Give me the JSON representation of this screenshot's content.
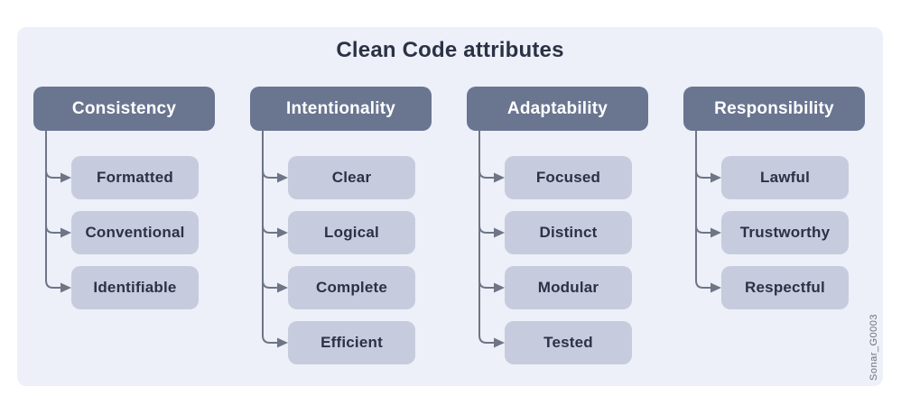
{
  "title": "Clean Code attributes",
  "watermark": "Sonar_G0003",
  "colors": {
    "page_bg": "#ffffff",
    "panel_bg": "#edf0f8",
    "header_bg": "#6a7590",
    "header_text": "#ffffff",
    "item_bg": "#c6ccdd",
    "text_dark": "#2b3246",
    "connector": "#6e7587",
    "watermark_text": "#6b7183"
  },
  "columns": [
    {
      "title": "Consistency",
      "items": [
        "Formatted",
        "Conventional",
        "Identifiable"
      ]
    },
    {
      "title": "Intentionality",
      "items": [
        "Clear",
        "Logical",
        "Complete",
        "Efficient"
      ]
    },
    {
      "title": "Adaptability",
      "items": [
        "Focused",
        "Distinct",
        "Modular",
        "Tested"
      ]
    },
    {
      "title": "Responsibility",
      "items": [
        "Lawful",
        "Trustworthy",
        "Respectful"
      ]
    }
  ]
}
